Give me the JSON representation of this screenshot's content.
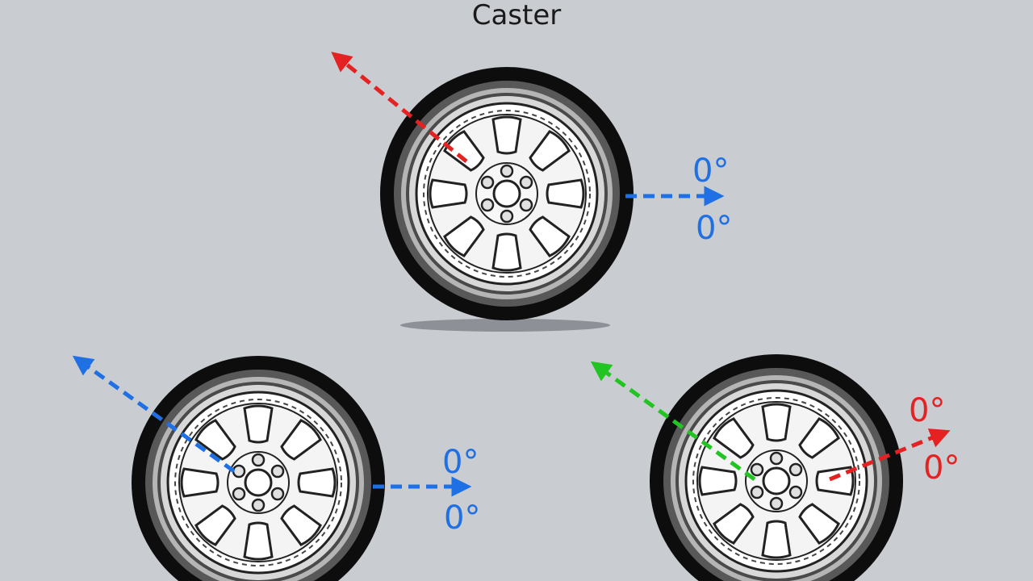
{
  "diagram": {
    "title": "Caster",
    "colors": {
      "background": "#c9ccd1",
      "red": "#e52222",
      "blue": "#1f6fe5",
      "green": "#22c422",
      "tire": "#0d0d0d",
      "rim": "#f2f2f2"
    },
    "wheels": [
      {
        "name": "top",
        "tilted_arrow_color": "red",
        "straight_arrow_color": "blue",
        "label_upper": "0°",
        "label_lower": "0°"
      },
      {
        "name": "bottom-left",
        "tilted_arrow_color": "blue",
        "straight_arrow_color": "blue",
        "label_upper": "0°",
        "label_lower": "0°"
      },
      {
        "name": "bottom-right",
        "tilted_arrow_color": "green",
        "straight_arrow_color": "red",
        "label_upper": "0°",
        "label_lower": "0°"
      }
    ]
  }
}
